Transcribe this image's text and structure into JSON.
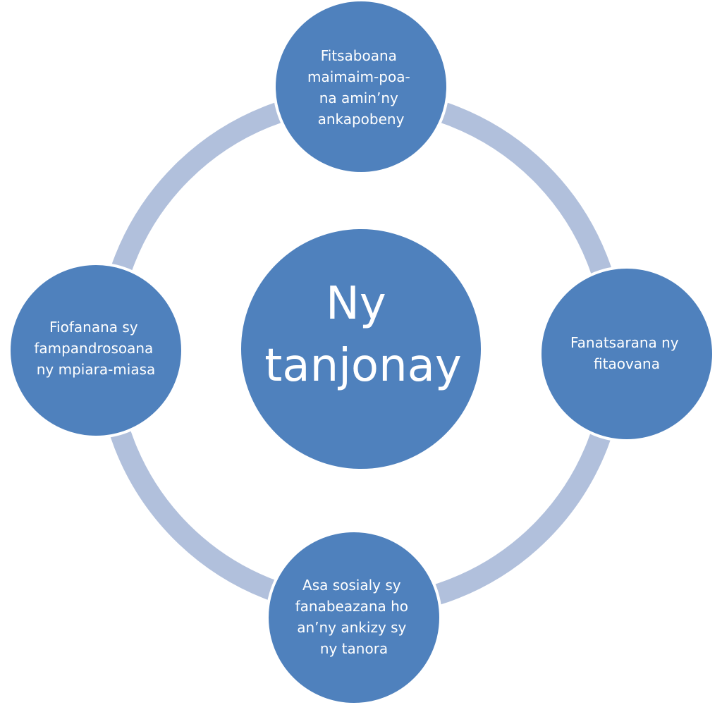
{
  "colors": {
    "node_fill": "#4f81bd",
    "ring": "#b1c0dc",
    "text": "#ffffff"
  },
  "diagram": {
    "center": {
      "lines": [
        "Ny",
        "tanjonay"
      ]
    },
    "satellites": [
      {
        "id": "top",
        "lines": [
          "Fitsaboana",
          "maimaim-poa-",
          "na amin’ny",
          "ankapobeny"
        ]
      },
      {
        "id": "right",
        "lines": [
          "Fanatsarana ny",
          "fitaovana"
        ]
      },
      {
        "id": "bottom",
        "lines": [
          "Asa sosialy sy",
          "fanabeazana ho",
          "an’ny ankizy sy",
          "ny tanora"
        ]
      },
      {
        "id": "left",
        "lines": [
          "Fiofanana sy",
          "fampandrosoana",
          "ny mpiara-miasa"
        ]
      }
    ]
  }
}
